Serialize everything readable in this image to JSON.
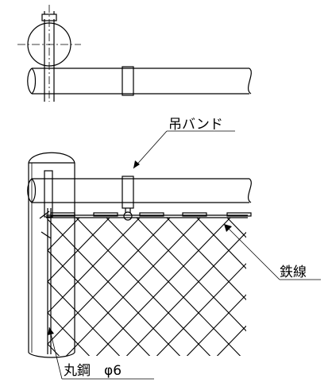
{
  "callouts": {
    "hanging_band": "吊バンド",
    "iron_wire": "鉄線",
    "round_steel": "丸鋼　φ6"
  }
}
